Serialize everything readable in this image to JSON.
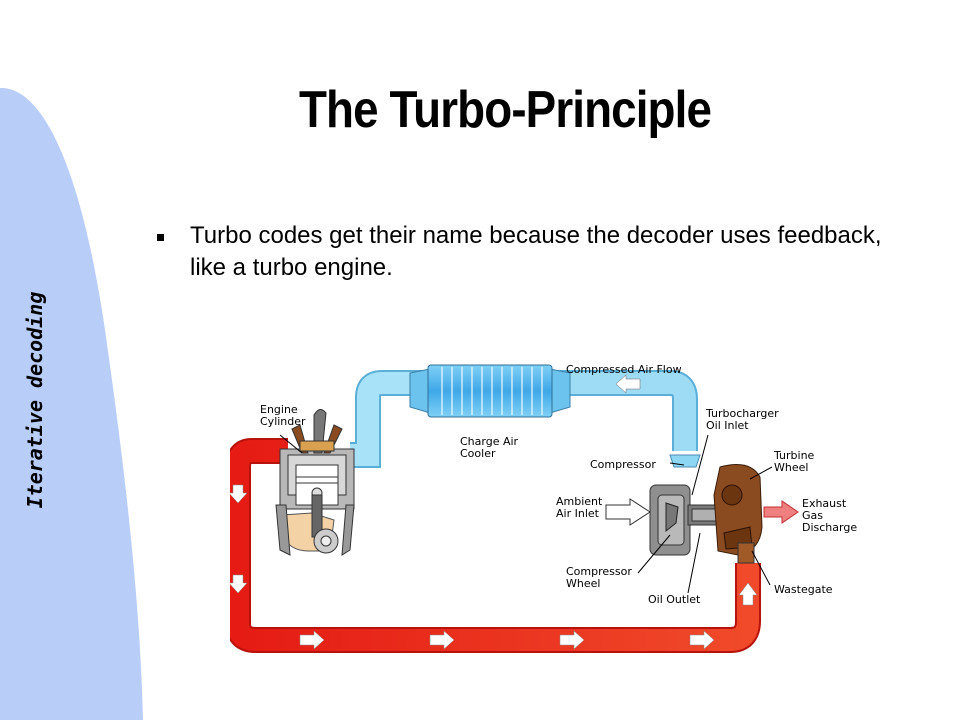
{
  "slide": {
    "side_label": "Iterative decoding",
    "title": "The Turbo-Principle",
    "bullet": "Turbo codes get their name because the decoder uses feedback, like a turbo engine."
  },
  "diagram": {
    "labels": {
      "compressed_air_flow": "Compressed Air Flow",
      "engine_cylinder_1": "Engine",
      "engine_cylinder_2": "Cylinder",
      "charge_air_cooler_1": "Charge Air",
      "charge_air_cooler_2": "Cooler",
      "turbocharger_oil_inlet_1": "Turbocharger",
      "turbocharger_oil_inlet_2": "Oil Inlet",
      "compressor": "Compressor",
      "turbine_wheel_1": "Turbine",
      "turbine_wheel_2": "Wheel",
      "ambient_air_inlet_1": "Ambient",
      "ambient_air_inlet_2": "Air Inlet",
      "exhaust_1": "Exhaust",
      "exhaust_2": "Gas",
      "exhaust_3": "Discharge",
      "compressor_wheel_1": "Compressor",
      "compressor_wheel_2": "Wheel",
      "oil_outlet": "Oil Outlet",
      "wastegate": "Wastegate"
    },
    "colors": {
      "side_panel": "#b9cdf9",
      "exhaust_red": "#e8241c",
      "intake_blue": "#8ed7f4",
      "cooler_blue": "#53b4ea",
      "turbo_brown": "#8a4b20",
      "housing_gray": "#9a9a9a"
    }
  }
}
